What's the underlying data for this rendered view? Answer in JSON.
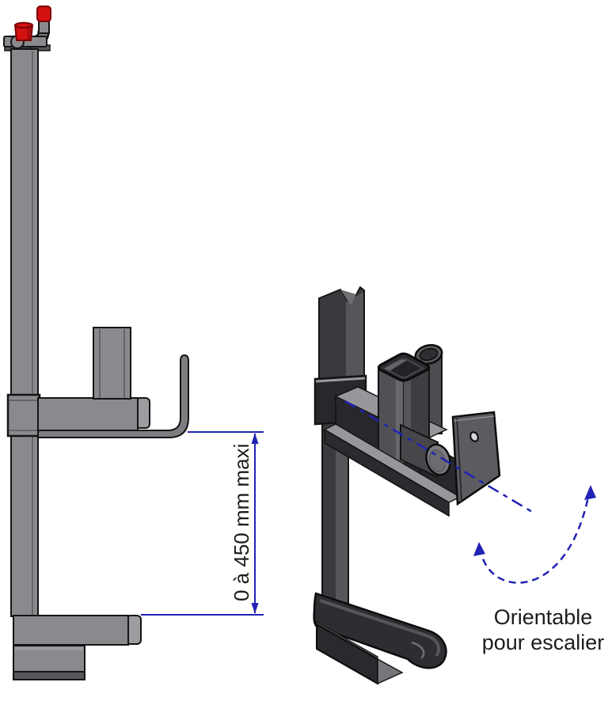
{
  "diagram": {
    "background": "#ffffff",
    "dimension": {
      "label": "0 à 450 mm maxi"
    },
    "caption": {
      "line1": "Orientable",
      "line2": "pour escalier"
    },
    "colors": {
      "bg": "#ffffff",
      "outline": "#141414",
      "steel_light": "#9d9da1",
      "steel_mid": "#8a8a8e",
      "steel_shadow": "#57575b",
      "iso_top": "#97979b",
      "iso_left": "#3a3a3e",
      "iso_right": "#55555a",
      "iso_dark": "#28282c",
      "red": "#d31111",
      "red_dark": "#7c0606",
      "blue": "#2222b4",
      "text": "#1c1c1c"
    }
  }
}
